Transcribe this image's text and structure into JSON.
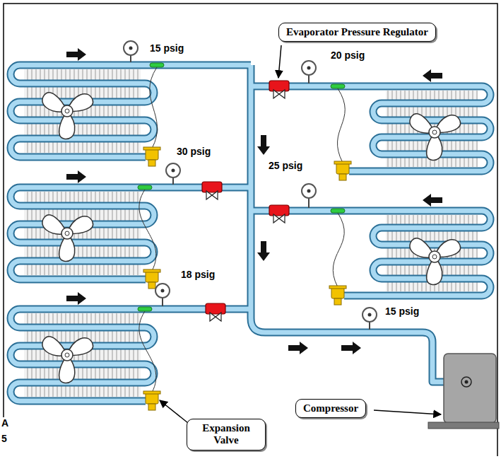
{
  "diagram": {
    "nodes": [
      {
        "text": [
          "Evaporator Pressure Regulator"
        ]
      },
      {
        "text": [
          "Compressor"
        ]
      },
      {
        "text": [
          "Expansion Valve"
        ]
      }
    ],
    "labels": [
      "15 psig",
      "20 psig",
      "30 psig",
      "25 psig",
      "18 psig",
      "15 psig",
      "A",
      "5"
    ]
  }
}
